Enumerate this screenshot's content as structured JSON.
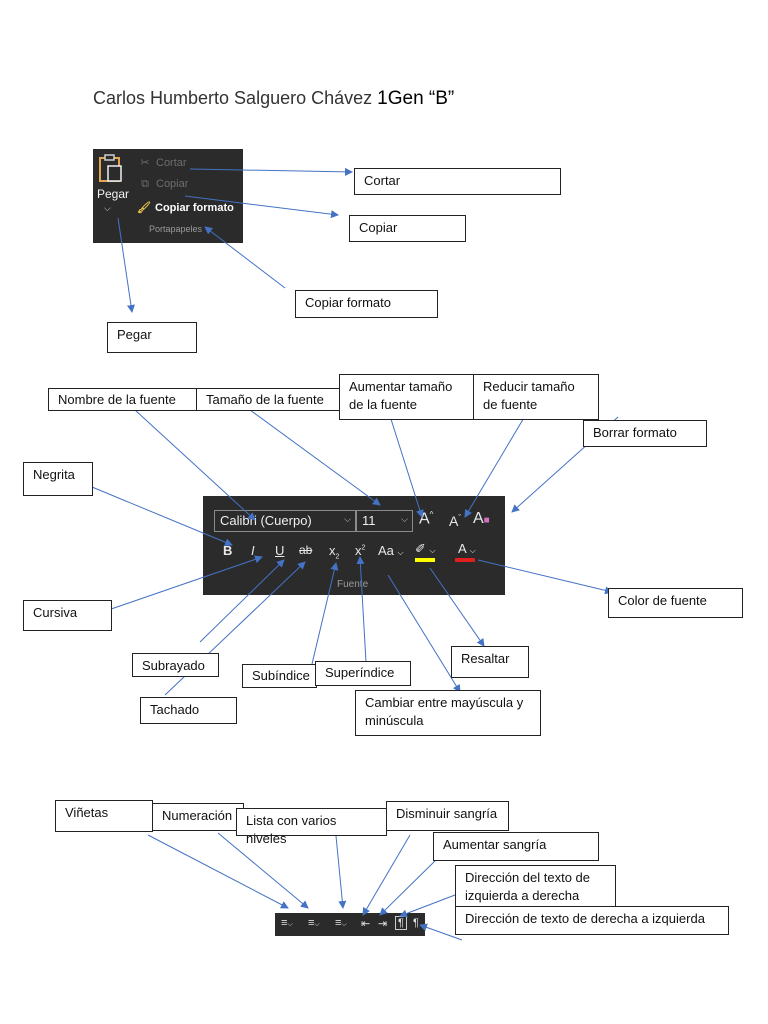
{
  "header": {
    "name": "Carlos Humberto Salguero Chávez",
    "group": "1Gen “B”"
  },
  "clipboard": {
    "panel": {
      "paste_label": "Pegar",
      "cut_label": "Cortar",
      "copy_label": "Copiar",
      "format_painter_label": "Copiar formato",
      "group_caption": "Portapapeles"
    },
    "labels": {
      "cut": "Cortar",
      "copy": "Copiar",
      "format_painter": "Copiar formato",
      "paste": "Pegar"
    }
  },
  "font": {
    "panel": {
      "font_name": "Calibri (Cuerpo)",
      "font_size": "11",
      "bold": "B",
      "italic": "I",
      "underline": "U",
      "strike": "ab",
      "subscript": "x",
      "superscript": "x",
      "change_case": "Aa",
      "group_caption": "Fuente",
      "highlight_color": "#ffff00",
      "font_color": "#e02020"
    },
    "labels": {
      "font_name": "Nombre de la fuente",
      "font_size": "Tamaño de la fuente",
      "grow_font": "Aumentar tamaño de la fuente",
      "shrink_font": "Reducir tamaño de fuente",
      "clear_format": "Borrar formato",
      "bold": "Negrita",
      "italic": "Cursiva",
      "underline": "Subrayado",
      "strike": "Tachado",
      "subscript": "Subíndice",
      "superscript": "Superíndice",
      "change_case": "Cambiar entre mayúscula y minúscula",
      "highlight": "Resaltar",
      "font_color": "Color de fuente"
    }
  },
  "paragraph": {
    "labels": {
      "bullets": "Viñetas",
      "numbering": "Numeración",
      "multilevel": "Lista con varios niveles",
      "decrease_indent": "Disminuir sangría",
      "increase_indent": "Aumentar sangría",
      "ltr": "Dirección del texto de izquierda a derecha",
      "rtl": "Dirección de texto de derecha a izquierda"
    }
  },
  "colors": {
    "arrow": "#4472c4",
    "panel_bg": "#2b2b2b"
  }
}
